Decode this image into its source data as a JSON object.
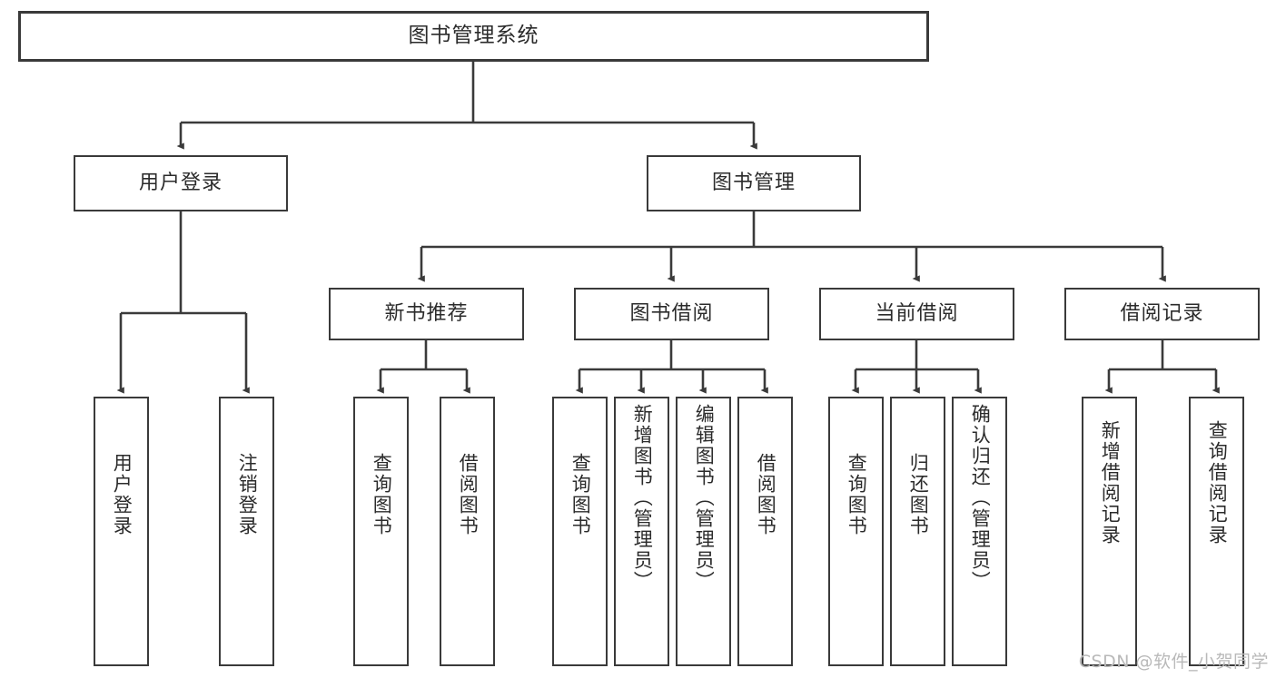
{
  "diagram": {
    "type": "tree-hierarchy-flowchart",
    "title": "图书管理系统",
    "line_color": "#3a3a3a",
    "box_fill": "#ffffff",
    "text_color": "#2b2b2b",
    "nodes": {
      "root": {
        "label": "图书管理系统",
        "level": 0
      },
      "level2": [
        {
          "label": "用户登录"
        },
        {
          "label": "图书管理"
        }
      ],
      "level3": [
        {
          "label": "新书推荐"
        },
        {
          "label": "图书借阅"
        },
        {
          "label": "当前借阅"
        },
        {
          "label": "借阅记录"
        }
      ],
      "leaves": {
        "user_login": [
          {
            "label": "用户登录"
          },
          {
            "label": "注销登录"
          }
        ],
        "new_book_recommend": [
          {
            "label": "查询图书"
          },
          {
            "label": "借阅图书"
          }
        ],
        "book_borrow": [
          {
            "label": "查询图书"
          },
          {
            "label": "新增图书（管理员）"
          },
          {
            "label": "编辑图书（管理员）"
          },
          {
            "label": "借阅图书"
          }
        ],
        "current_borrow": [
          {
            "label": "查询图书"
          },
          {
            "label": "归还图书"
          },
          {
            "label": "确认归还（管理员）"
          }
        ],
        "borrow_record": [
          {
            "label": "新增借阅记录"
          },
          {
            "label": "查询借阅记录"
          }
        ]
      }
    }
  },
  "watermark": {
    "text": "CSDN @软件_小贺同学"
  }
}
